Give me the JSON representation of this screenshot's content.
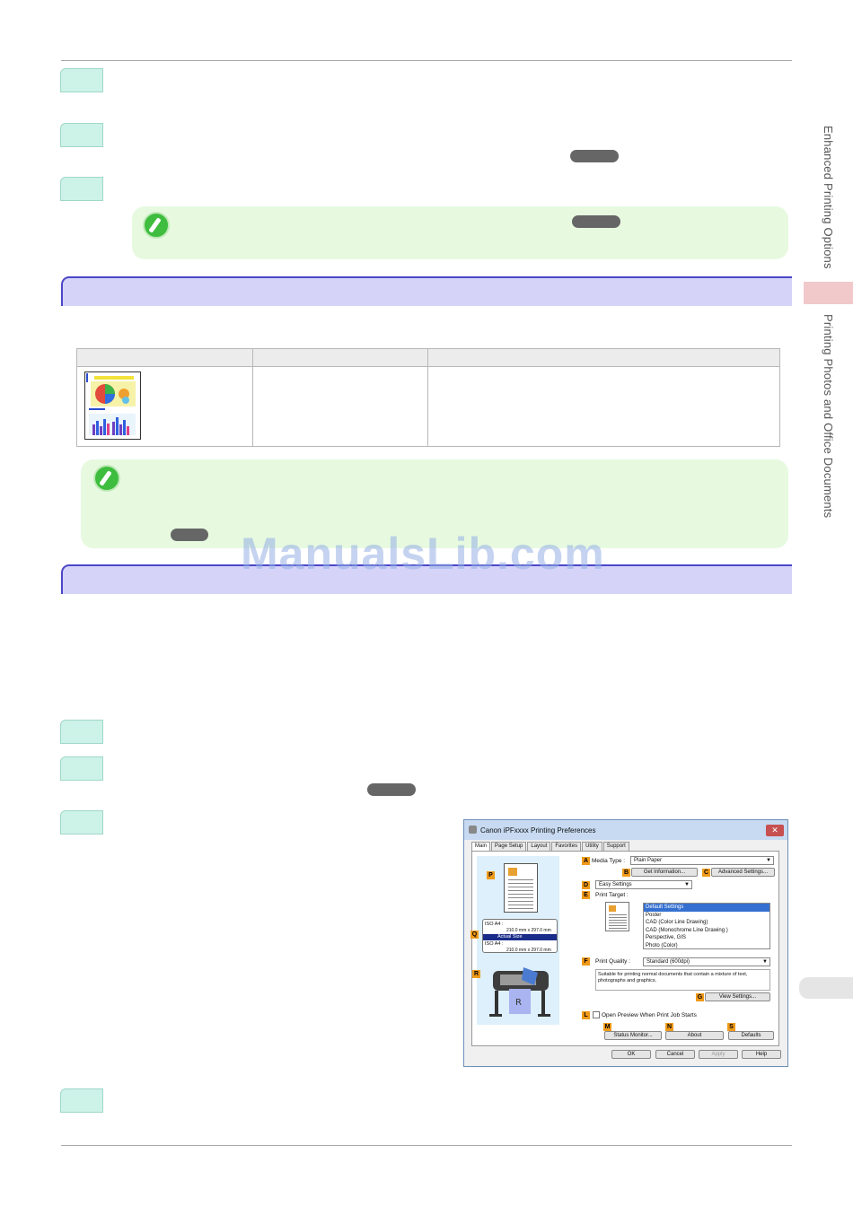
{
  "watermark": "ManualsLib.com",
  "side_index": {
    "chapter": "Enhanced Printing Options",
    "section": "Printing Photos and Office Documents"
  },
  "dialog": {
    "title": "Canon iPFxxxx Printing Preferences",
    "close": "✕",
    "tabs": [
      "Main",
      "Page Setup",
      "Layout",
      "Favorites",
      "Utility",
      "Support"
    ],
    "media_type_label": "Media Type :",
    "media_type_value": "Plain Paper",
    "get_information": "Get Information...",
    "advanced_settings": "Advanced Settings...",
    "mode_value": "Easy Settings",
    "print_target_label": "Print Target :",
    "print_targets": [
      "Default Settings",
      "Poster",
      "CAD (Color Line Drawing)",
      "CAD (Monochrome Line Drawing )",
      "Perspective, GIS",
      "Photo (Color)"
    ],
    "print_quality_label": "Print Quality :",
    "print_quality_value": "Standard (600dpi)",
    "description": "Suitable for printing normal documents that contain a mixture of text, photographs and graphics.",
    "view_settings": "View Settings...",
    "open_preview": "Open Preview When Print Job Starts",
    "status_monitor": "Status Monitor...",
    "about": "About",
    "defaults": "Defaults",
    "ok": "OK",
    "cancel": "Cancel",
    "apply": "Apply",
    "help": "Help",
    "paper_size_1": "ISO A4 :",
    "paper_dims_1": "210.0 mm x 297.0 mm",
    "actual_size": "Actual Size",
    "paper_size_2": "ISO A4 :",
    "paper_dims_2": "210.0 mm x 297.0 mm",
    "badges": {
      "a": "A",
      "b": "B",
      "c": "C",
      "d": "D",
      "e": "E",
      "f": "F",
      "g": "G",
      "l": "L",
      "m": "M",
      "n": "N",
      "s": "S",
      "p": "P",
      "q": "Q",
      "r": "R"
    }
  },
  "colors": {
    "step_bg": "#cdf2e8",
    "note_bg": "#e7fae0",
    "section_bg": "#d5d4f8",
    "section_border": "#4b46c8",
    "side_tab_active": "#f1c9cb"
  }
}
